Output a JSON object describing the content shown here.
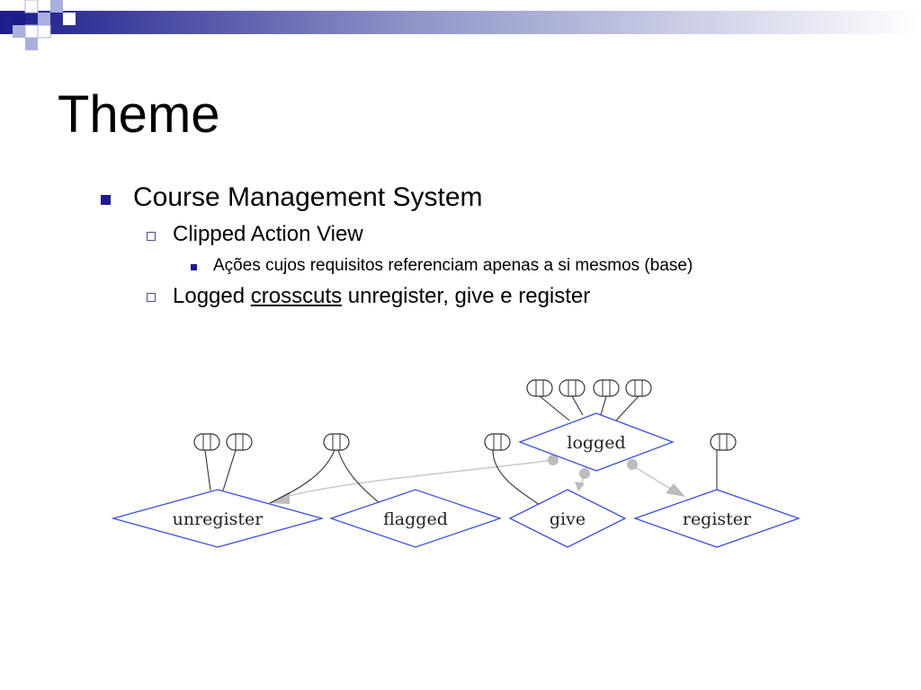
{
  "slide": {
    "title": "Theme",
    "bullets": {
      "level1": "Course Management System",
      "clipped": "Clipped Action View",
      "actions": "Ações cujos requisitos referenciam apenas a si mesmos (base)",
      "logged_prefix": "Logged",
      "logged_link": "crosscuts",
      "logged_suffix": "unregister, give e register"
    }
  },
  "diagram": {
    "nodes": {
      "unregister": "unregister",
      "flagged": "flagged",
      "give": "give",
      "register": "register",
      "logged": "logged"
    }
  },
  "colors": {
    "banner_dark": "#1c1c8c",
    "banner_light": "#aab0dc",
    "node_border": "#3b4fd8",
    "edge_gray": "#bcbcbc"
  }
}
